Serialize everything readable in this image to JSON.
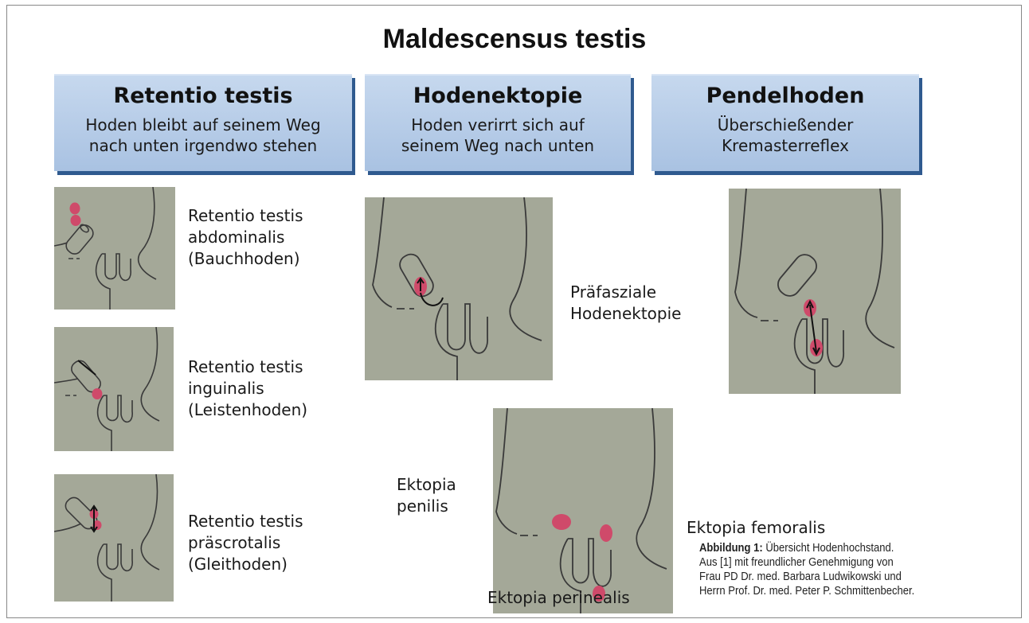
{
  "title": "Maldescensus testis",
  "headers": [
    {
      "heading": "Retentio testis",
      "line1": "Hoden bleibt auf seinem Weg",
      "line2": "nach unten irgendwo stehen"
    },
    {
      "heading": "Hodenektopie",
      "line1": "Hoden verirrt sich auf",
      "line2": "seinem Weg nach unten"
    },
    {
      "heading": "Pendelhoden",
      "line1": "Überschießender",
      "line2": "Kremasterreflex"
    }
  ],
  "labels": {
    "abdominalis": [
      "Retentio testis",
      "abdominalis",
      "(Bauchhoden)"
    ],
    "inguinalis": [
      "Retentio testis",
      "inguinalis",
      "(Leistenhoden)"
    ],
    "praescrotalis": [
      "Retentio testis",
      "präscrotalis",
      "(Gleithoden)"
    ],
    "praefaszial": [
      "Präfasziale",
      "Hodenektopie"
    ],
    "penilis": [
      "Ektopia",
      "penilis"
    ],
    "femoralis": "Ektopia femoralis",
    "perinealis": "Ektopia perinealis"
  },
  "caption": {
    "bold": "Abbildung 1:",
    "text": "Übersicht Hodenhochstand.",
    "lines": [
      "Aus [1] mit freundlicher Genehmigung von",
      "Frau PD Dr. med. Barbara Ludwikowski und",
      "Herrn Prof. Dr. med. Peter P. Schmittenbecher."
    ]
  },
  "colors": {
    "panel_fill": "#a4a898",
    "outline": "#3a3a3a",
    "testis": "#cf4a6a",
    "header_fill": "#b7cde9",
    "header_shadow": "#2f5a8f"
  }
}
